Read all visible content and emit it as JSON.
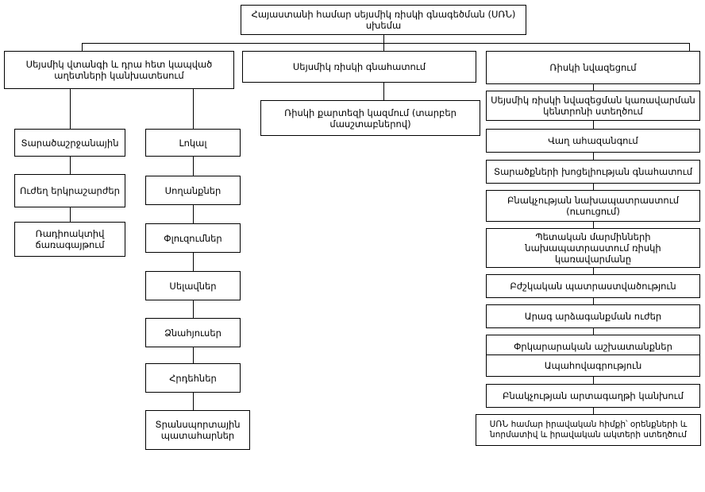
{
  "diagram": {
    "title_node": {
      "id": "root",
      "label": "Հայաստանի համար սեյսմիկ ռիսկի գնագեծման (ՍՌՆ) սխեմա"
    },
    "columns": {
      "left": {
        "header": "Սեյսմիկ վտանգի և դրա հետ կապված աղետների կանխատեսում",
        "branch_a": [
          "Տարածաշրջանային",
          "Ուժեղ երկրաշարժեր",
          "Ռադիոակտիվ ճառագայթում"
        ],
        "branch_b": [
          "Լոկալ",
          "Սողանքներ",
          "Փլուզումներ",
          "Սելավներ",
          "Ձնահյուսեր",
          "Հրդեհներ",
          "Տրանսպորտային պատահարներ"
        ]
      },
      "middle": {
        "header": "Սեյսմիկ ռիսկի գնահատում",
        "items": [
          "Ռիսկի քարտեզի կազմում (տարբեր մասշտաբներով)"
        ]
      },
      "right": {
        "header": "Ռիսկի նվազեցում",
        "items": [
          "Սեյսմիկ ռիսկի նվազեցման կառավարման կենտրոնի ստեղծում",
          "Վաղ ահազանգում",
          "Տարածքների խոցելիության գնահատում",
          "Բնակչության նախապատրաստում (ուսուցում)",
          "Պետական մարմինների նախապատրաստում ռիսկի կառավարմանը",
          "Բժշկական պատրաստվածություն",
          "Արագ արձագանքման ուժեր",
          "Փրկարարական աշխատանքներ",
          "Ապահովագրություն",
          "Բնակչության արտագաղթի կանխում",
          "ՍՌՆ համար իրավական հիմքի՝ օրենքների և նորմատիվ և իրավական ակտերի ստեղծում"
        ]
      }
    },
    "colors": {
      "background": "#ffffff",
      "border": "#000000",
      "text": "#000000"
    }
  }
}
